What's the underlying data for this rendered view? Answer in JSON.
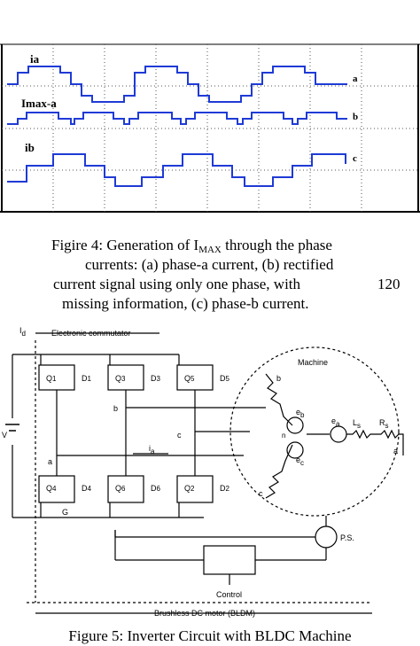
{
  "figure4": {
    "wave_labels": [
      "ia",
      "Imax-a",
      "ib"
    ],
    "side_labels": [
      "a",
      "b",
      "c"
    ],
    "caption_line1_pre": "Figire 4: Generation of I",
    "caption_line1_sub": "MAX",
    "caption_line1_post": " through the phase",
    "caption_line2": "currents: (a) phase-a current, (b) rectified",
    "caption_line3": "current signal using only one phase, with",
    "caption_line4": "missing information, (c) phase-b current.",
    "page_number": "120",
    "colors": {
      "wave": "#1f3bd6",
      "frame": "#000000"
    }
  },
  "figure5": {
    "labels": {
      "id": "I",
      "id_sub": "d",
      "commutator": "Electronic commutator",
      "machine": "Machine",
      "q1": "Q",
      "q1s": "1",
      "d1": "D",
      "d1s": "1",
      "q3": "Q",
      "q3s": "3",
      "d3": "D",
      "d3s": "3",
      "q5": "Q",
      "q5s": "5",
      "d5": "D",
      "d5s": "5",
      "q4": "Q",
      "q4s": "4",
      "d4": "D",
      "d4s": "4",
      "q6": "Q",
      "q6s": "6",
      "d6": "D",
      "d6s": "6",
      "q2": "Q",
      "q2s": "2",
      "d2": "D",
      "d2s": "2",
      "node_a": "a",
      "node_b": "b",
      "node_c": "c",
      "ia": "i",
      "ia_sub": "a",
      "gnd": "G",
      "eb": "e",
      "eb_sub": "b",
      "ea": "e",
      "ea_sub": "a",
      "ec": "e",
      "ec_sub": "c",
      "ls": "L",
      "ls_sub": "s",
      "rs": "R",
      "rs_sub": "s",
      "mb": "b",
      "mc": "c",
      "ma": "a",
      "n": "n",
      "ps": "P.S.",
      "control": "Control",
      "v": "V",
      "bldm": "Brushless DC motor (BLDM)"
    },
    "caption": "Figure 5: Inverter Circuit with BLDC Machine"
  }
}
